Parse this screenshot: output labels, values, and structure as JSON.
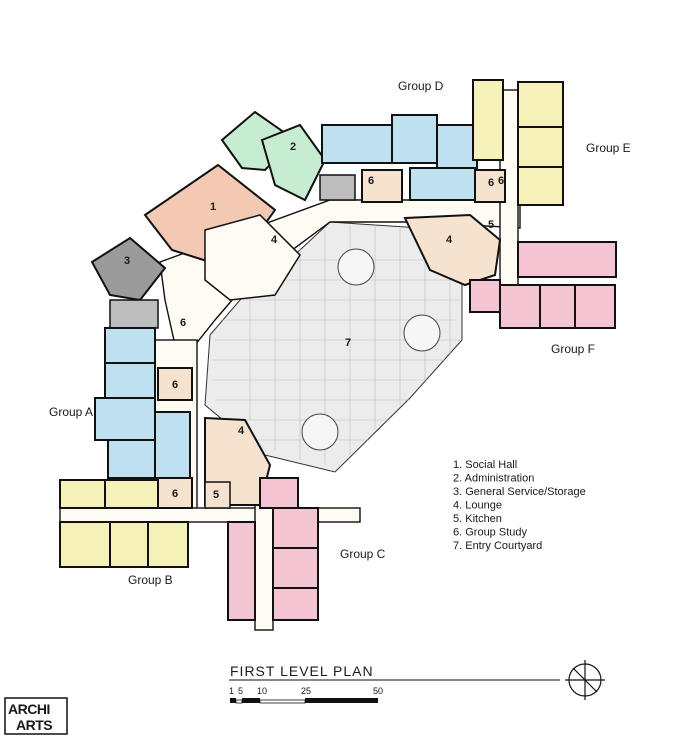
{
  "title": "FIRST LEVEL PLAN",
  "groups": {
    "a": "Group A",
    "b": "Group B",
    "c": "Group C",
    "d": "Group D",
    "e": "Group E",
    "f": "Group F"
  },
  "room_numbers": {
    "social_hall": "1",
    "administration": "2",
    "storage": "3",
    "lounge_center": "4",
    "lounge_d": "4",
    "lounge_c": "4",
    "kitchen_c": "5",
    "kitchen_d": "5",
    "study_a": "6",
    "study_b": "6",
    "study_ad": "6",
    "study_d1": "6",
    "study_d2": "6",
    "study_left": "6",
    "courtyard": "7"
  },
  "legend": [
    "1.  Social Hall",
    "2.  Administration",
    "3.  General Service/Storage",
    "4.  Lounge",
    "5.  Kitchen",
    "6.  Group Study",
    "7.  Entry Courtyard"
  ],
  "scale": {
    "ticks": [
      "1",
      "5",
      "10",
      "25",
      "50"
    ]
  },
  "logo": {
    "line1": "ARCHI",
    "line2": "ARTS"
  },
  "colors": {
    "social_hall": "#f4c9b3",
    "administration": "#c6ecd2",
    "storage": "#9b9b9b",
    "corridor": "#fdfbf2",
    "lounge": "#f5e2cf",
    "group_blue": "#bfe1ef",
    "group_yellow": "#f5f1b8",
    "group_pink": "#f3c4d1",
    "courtyard": "#ececec",
    "walls": "#111111"
  }
}
